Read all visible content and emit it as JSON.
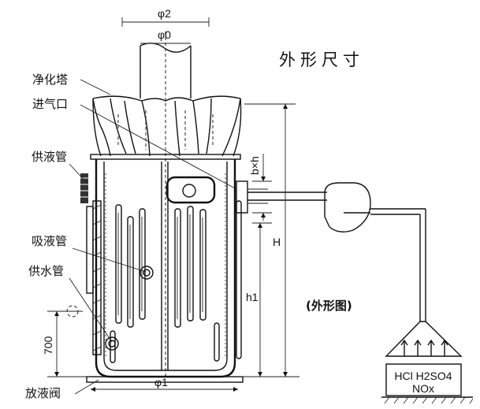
{
  "title": "外形尺寸",
  "view_label": "(外形图)",
  "labels": {
    "tower": "净化塔",
    "inlet": "进气口",
    "supply_pipe": "供液管",
    "suction_pipe": "吸液管",
    "water_pipe": "供水管",
    "drain_valve": "放液阀"
  },
  "dimensions": {
    "phi2": "φ2",
    "phi0": "φ0",
    "phi1": "φ1",
    "bxh": "b×h",
    "H": "H",
    "h1": "h1",
    "h700": "700"
  },
  "source_box": {
    "line1": "HCl H2SO4",
    "line2": "NOx"
  }
}
